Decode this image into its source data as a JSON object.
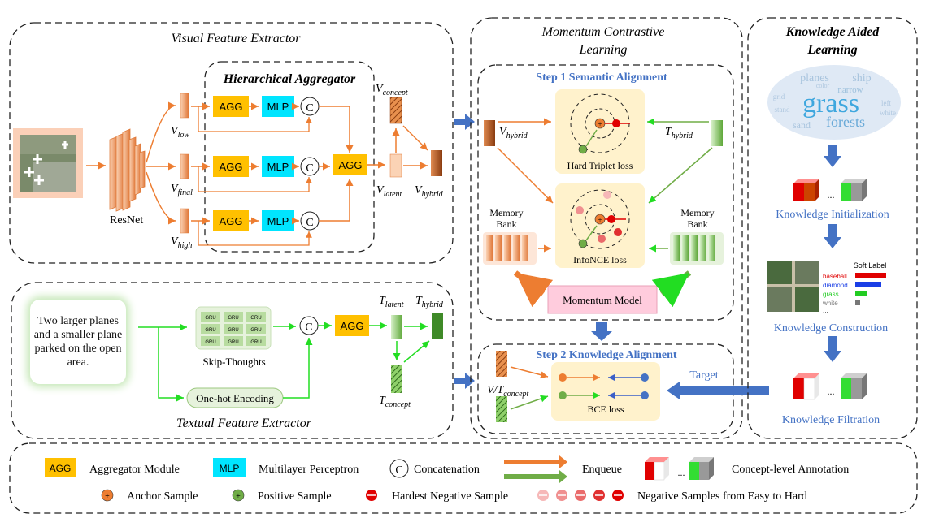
{
  "visual": {
    "title": "Visual Feature Extractor",
    "hier_title": "Hierarchical Aggregator",
    "resnet": "ResNet",
    "v_low": "V",
    "v_low_sub": "low",
    "v_final": "V",
    "v_final_sub": "final",
    "v_high": "V",
    "v_high_sub": "high",
    "v_concept": "V",
    "v_concept_sub": "concept",
    "v_latent": "V",
    "v_latent_sub": "latent",
    "v_hybrid": "V",
    "v_hybrid_sub": "hybrid",
    "agg": "AGG",
    "mlp": "MLP",
    "concat": "C"
  },
  "textual": {
    "title": "Textual Feature Extractor",
    "caption": "Two larger planes and a smaller plane parked on the open area.",
    "gru": "GRU",
    "skip_thoughts": "Skip-Thoughts",
    "onehot": "One-hot Encoding",
    "t_latent": "T",
    "t_latent_sub": "latent",
    "t_hybrid": "T",
    "t_hybrid_sub": "hybrid",
    "t_concept": "T",
    "t_concept_sub": "concept"
  },
  "mcl": {
    "title_line1": "Momentum Contrastive",
    "title_line2": "Learning",
    "step1": "Step 1  Semantic Alignment",
    "step2": "Step 2  Knowledge Alignment",
    "v_hybrid": "V",
    "v_hybrid_sub": "hybrid",
    "t_hybrid": "T",
    "t_hybrid_sub": "hybrid",
    "hard_triplet": "Hard Triplet loss",
    "infonce": "InfoNCE loss",
    "memory_bank_l1": "Memory",
    "memory_bank_l2": "Bank",
    "momentum_model": "Momentum  Model",
    "vt_concept": "V/T",
    "vt_concept_sub": "concept",
    "bce": "BCE loss",
    "target": "Target"
  },
  "kal": {
    "title_line1": "Knowledge Aided",
    "title_line2": "Learning",
    "wordcloud": [
      "grass",
      "forests",
      "planes",
      "ship",
      "narrow",
      "sand",
      "color",
      "left",
      "white",
      "grid",
      "stand"
    ],
    "init": "Knowledge Initialization",
    "construction": "Knowledge Construction",
    "filtration": "Knowledge Filtration",
    "soft_label": "Soft Label",
    "labels": [
      "baseball",
      "diamond",
      "grass",
      "white",
      "..."
    ],
    "label_colors": [
      "#e00000",
      "#1a3ee6",
      "#22cc22",
      "#777777",
      "#333333"
    ],
    "label_values": [
      0.95,
      0.8,
      0.35,
      0.15
    ]
  },
  "legend": {
    "agg": "AGG",
    "agg_desc": "Aggregator Module",
    "mlp": "MLP",
    "mlp_desc": "Multilayer Perceptron",
    "c": "C",
    "c_desc": "Concatenation",
    "enqueue": "Enqueue",
    "concept_annot": "Concept-level Annotation",
    "anchor": "Anchor Sample",
    "positive": "Positive Sample",
    "hardest_neg": "Hardest Negative Sample",
    "neg_easy_hard": "Negative Samples from Easy to Hard"
  },
  "colors": {
    "agg": "#ffc000",
    "mlp": "#00e5ff",
    "orange": "#ed7d31",
    "green": "#70ad47",
    "blue_arrow": "#4472c4",
    "panel": "#fff2cc",
    "momentum": "#ffccdd",
    "red": "#e00000"
  }
}
